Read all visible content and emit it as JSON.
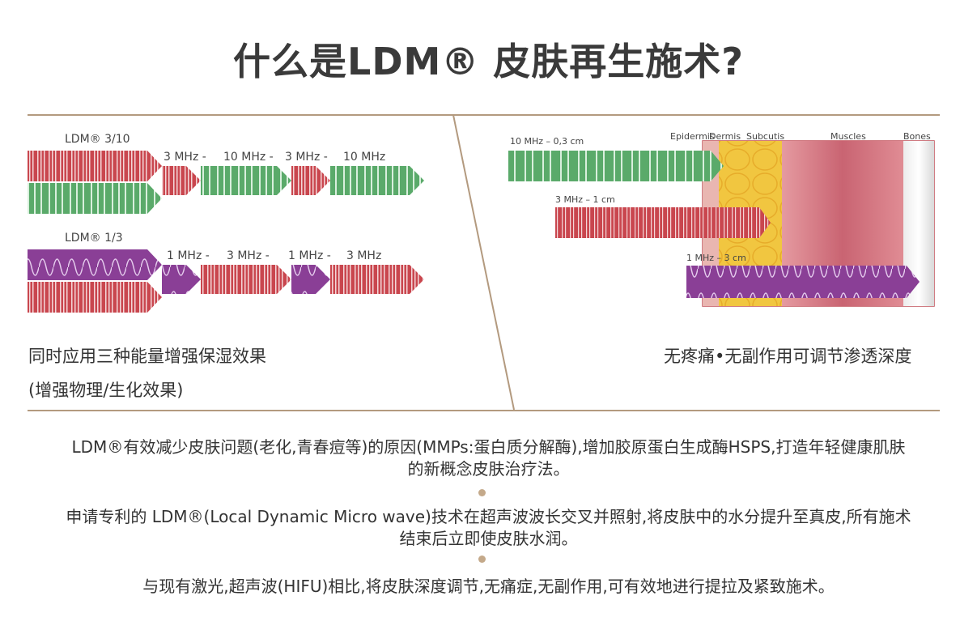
{
  "title": "什么是LDM® 皮肤再生施术?",
  "left_panel": {
    "group1": {
      "label": "LDM® 3/10",
      "freq_labels": [
        "3 MHz -",
        "10 MHz -",
        "3 MHz -",
        "10 MHz"
      ]
    },
    "group2": {
      "label": "LDM® 1/3",
      "freq_labels": [
        "1 MHz -",
        "3 MHz -",
        "1 MHz -",
        "3 MHz"
      ]
    },
    "caption_line1": "同时应用三种能量增强保湿效果",
    "caption_line2": "(增强物理/生化效果)"
  },
  "right_panel": {
    "layers": [
      "Epidermis",
      "Dermis",
      "Subcutis",
      "Muscles",
      "Bones"
    ],
    "wave_labels": [
      "10 MHz – 0,3 cm",
      "3 MHz – 1 cm",
      "1 MHz – 3 cm"
    ],
    "caption": "无疼痛•无副作用可调节渗透深度"
  },
  "paragraphs": {
    "p1_line1": "LDM®有效减少皮肤问题(老化,青春痘等)的原因(MMPs:蛋白质分解酶),增加胶原蛋白生成酶HSPS,打造年轻健康肌肤",
    "p1_line2": "的新概念皮肤治疗法。",
    "p2_line1": "申请专利的 LDM®(Local Dynamic Micro wave)技术在超声波波长交叉并照射,将皮肤中的水分提升至真皮,所有施术",
    "p2_line2": "结束后立即使皮肤水润。",
    "p3": "与现有激光,超声波(HIFU)相比,将皮肤深度调节,无痛症,无副作用,可有效地进行提拉及紧致施术。"
  },
  "colors": {
    "red": "#c9464e",
    "green": "#5aaa6a",
    "purple": "#8a3f96",
    "skin_pink": "#d98a8e",
    "yellow": "#f1c640",
    "rule": "#b39a7f"
  }
}
